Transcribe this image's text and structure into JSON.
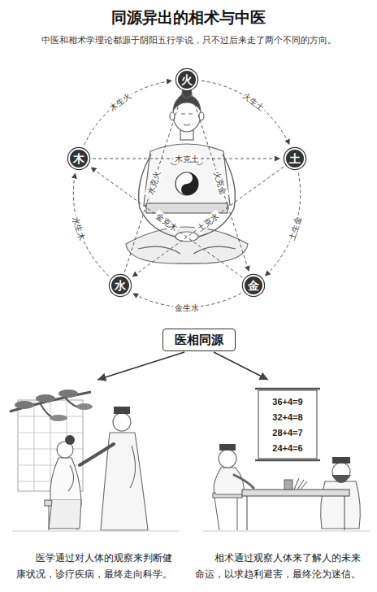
{
  "diagram": {
    "title": "同源异出的相术与中医",
    "nodes": [
      {
        "text": [
          "火"
        ]
      },
      {
        "text": [
          "木"
        ]
      },
      {
        "text": [
          "土"
        ]
      },
      {
        "text": [
          "水"
        ]
      },
      {
        "text": [
          "金"
        ]
      },
      {
        "text": [
          "医相同源"
        ]
      },
      {
        "text": [
          "医学通过对人体的观察来判断健康状况，诊疗疾病，最终走向科学。"
        ]
      },
      {
        "text": [
          "相术通过观察人体来了解人的未来命运，以求趋利避害，最终沦为迷信。"
        ]
      }
    ],
    "edges": [
      {
        "from": 1,
        "to": 0,
        "label": "木生火",
        "arrow": "to"
      },
      {
        "from": 0,
        "to": 2,
        "label": "火生土",
        "arrow": "to"
      },
      {
        "from": 2,
        "to": 4,
        "label": "土生金",
        "arrow": "to"
      },
      {
        "from": 4,
        "to": 3,
        "label": "金生水",
        "arrow": "to"
      },
      {
        "from": 3,
        "to": 1,
        "label": "水生木",
        "arrow": "to"
      },
      {
        "from": 3,
        "to": 0,
        "label": "水克火",
        "arrow": "to"
      },
      {
        "from": 1,
        "to": 2,
        "label": "木克土",
        "arrow": "to"
      },
      {
        "from": 4,
        "to": 1,
        "label": "金克木",
        "arrow": "to"
      },
      {
        "from": 2,
        "to": 3,
        "label": "土克水",
        "arrow": "to"
      },
      {
        "from": 0,
        "to": 4,
        "label": "火克金",
        "arrow": "to"
      },
      {
        "from": 5,
        "to": 6,
        "arrow": "to"
      },
      {
        "from": 5,
        "to": 7,
        "arrow": "to"
      }
    ],
    "labels": [
      "中医和相术学理论都源于阴阳五行学说，只不过后来走了两个不同的方向。",
      "36+4=9",
      "32+4=8",
      "28+4=7",
      "24+4=6"
    ]
  }
}
